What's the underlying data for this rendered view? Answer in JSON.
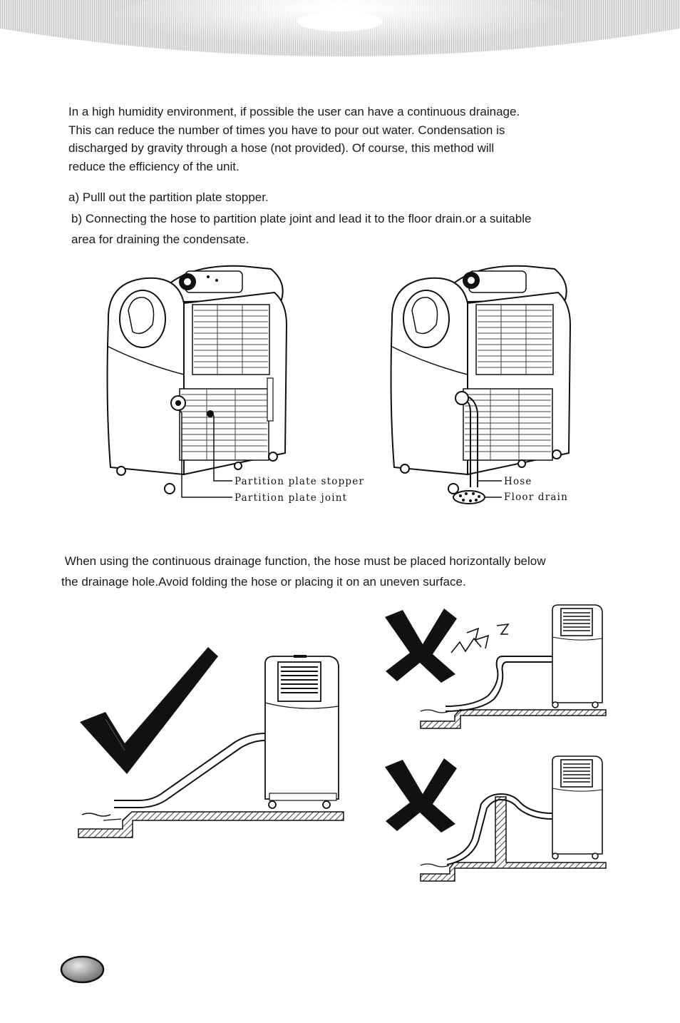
{
  "intro": {
    "lines": [
      "In a high humidity environment, if possible the user can have a continuous drainage.",
      "This can reduce the number of times you have to pour out water.  Condensation is",
      "discharged by gravity through a hose (not provided).  Of course, this method will",
      "reduce the efficiency of the unit."
    ]
  },
  "steps": {
    "a": "a) Pulll out the partition plate stopper.",
    "b_line1": "b) Connecting the hose to partition plate joint and lead it to the floor drain.or a suitable",
    "b_line2": "area for draining the condensate."
  },
  "figure1": {
    "label_stopper": "Partition plate stopper",
    "label_joint": "Partition plate joint"
  },
  "figure2": {
    "label_hose": "Hose",
    "label_floor_drain": "Floor drain"
  },
  "note": {
    "line1": " When using the continuous drainage function, the hose must be placed horizontally below",
    "line2": "the drainage hole.Avoid folding the hose or placing it on an uneven surface."
  },
  "icons": {
    "correct": "check-mark-icon",
    "wrong": "x-mark-icon",
    "kink": "lightning-icon"
  },
  "colors": {
    "text": "#1a1a1a",
    "line": "#111111",
    "header_gray": "#cfcfcf"
  }
}
